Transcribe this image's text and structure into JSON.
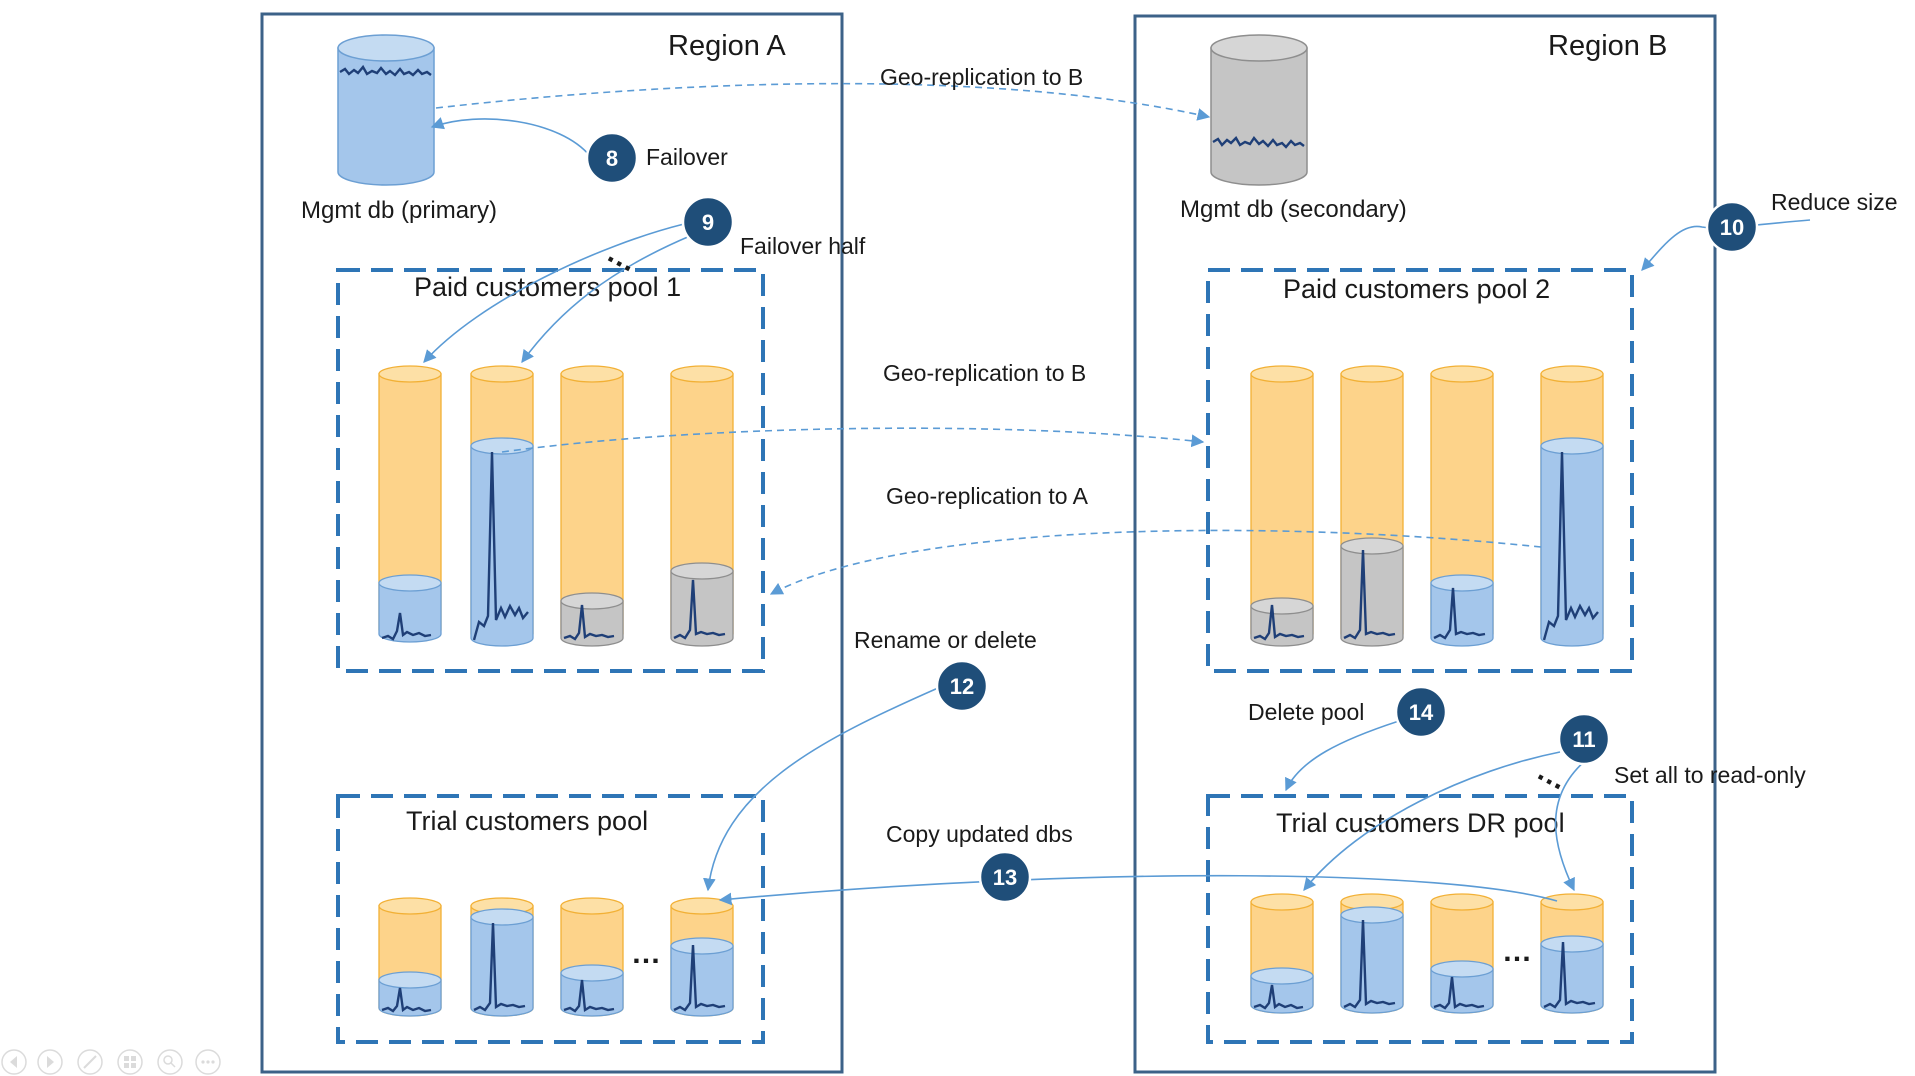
{
  "regions": {
    "a": {
      "title": "Region A"
    },
    "b": {
      "title": "Region B"
    }
  },
  "databases": {
    "mgmt_primary": "Mgmt db (primary)",
    "mgmt_secondary": "Mgmt db (secondary)"
  },
  "pools": {
    "paid_1": "Paid customers pool 1",
    "paid_2": "Paid customers pool 2",
    "trial": "Trial customers pool",
    "trial_dr": "Trial customers DR pool"
  },
  "labels": {
    "geo_rep_b_top": "Geo-replication to B",
    "geo_rep_b_mid": "Geo-replication to B",
    "geo_rep_a": "Geo-replication to A",
    "failover": "Failover",
    "failover_half": "Failover half",
    "reduce_size": "Reduce size",
    "rename_or_delete": "Rename or delete",
    "delete_pool": "Delete pool",
    "set_read_only": "Set all to read-only",
    "copy_updated": "Copy updated dbs",
    "ellipsis": "…"
  },
  "steps": {
    "s8": "8",
    "s9": "9",
    "s10": "10",
    "s11": "11",
    "s12": "12",
    "s13": "13",
    "s14": "14"
  },
  "colors": {
    "orange_fill": "#fdd38a",
    "orange_stroke": "#f2b035",
    "blue_fill": "#a4c6eb",
    "blue_stroke": "#6c9fd3",
    "gray_fill": "#c5c5c5",
    "gray_stroke": "#8e8e8e",
    "badge": "#1f4e79",
    "region_border": "#3c6288",
    "pool_border": "#2e75b6"
  }
}
